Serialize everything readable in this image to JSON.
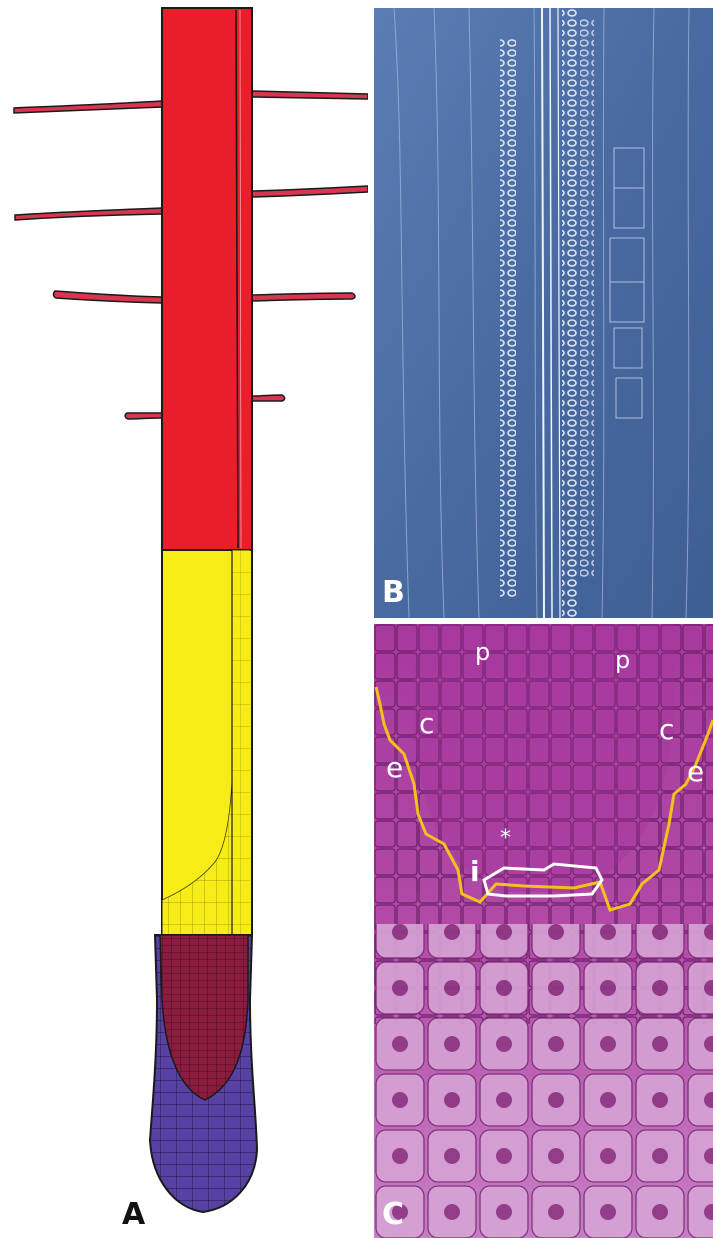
{
  "figure": {
    "panels": [
      {
        "id": "A",
        "letter": "A",
        "description_type": "root-zonation-diagram"
      },
      {
        "id": "B",
        "letter": "B",
        "description_type": "micrograph-vascular"
      },
      {
        "id": "C",
        "letter": "C",
        "description_type": "micrograph-root-tip"
      }
    ]
  },
  "panel_a": {
    "letter": "A",
    "colors": {
      "maturation_zone": "#ea1e2a",
      "elongation_zone": "#f7ec16",
      "meristem_zone": "#8b1b3f",
      "root_cap": "#5741a3",
      "lateral_root": "#d6364f",
      "outline": "#1a1a1a"
    }
  },
  "panel_b": {
    "letter": "B",
    "colors": {
      "background": "#4d6fa6",
      "highlight": "#c9d6ea"
    }
  },
  "panel_c": {
    "letter": "C",
    "labels": {
      "p_left": "p",
      "p_right": "p",
      "c_left": "c",
      "c_right": "c",
      "e_left": "e",
      "e_right": "e",
      "asterisk": "*",
      "i": "i"
    },
    "colors": {
      "tissue": "#b24aa6",
      "dark_tissue": "#7a2a78",
      "boundary_line": "#f2c21b",
      "initials_outline": "#ffffff"
    }
  }
}
